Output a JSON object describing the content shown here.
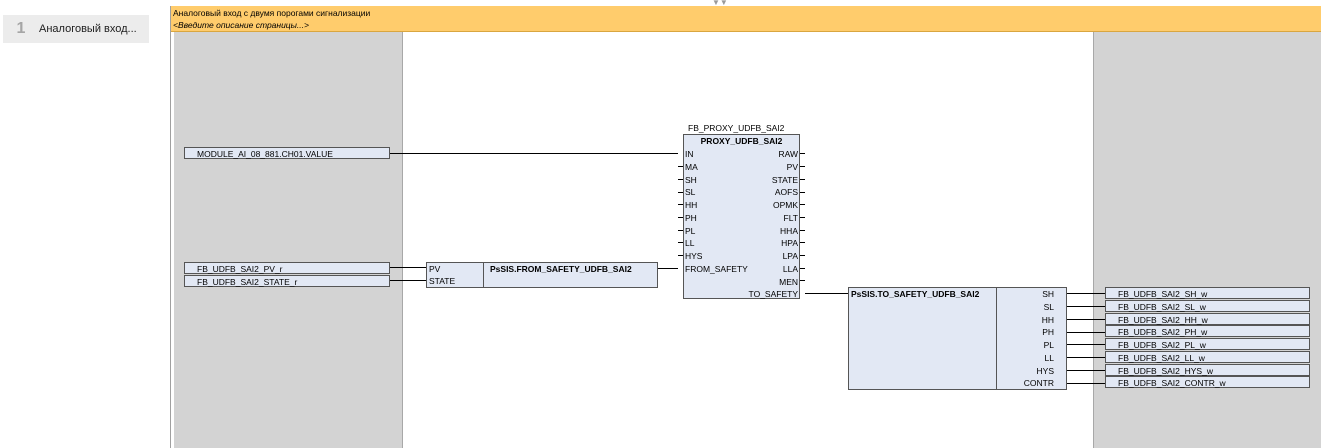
{
  "pages": [
    {
      "num": "1",
      "label": "Аналоговый вход..."
    }
  ],
  "header": {
    "title": "Аналоговый вход с двумя порогами сигнализации",
    "description_placeholder": "<Введите описание страницы...>"
  },
  "proxy_block": {
    "instance": "FB_PROXY_UDFB_SAI2",
    "type": "PROXY_UDFB_SAI2",
    "inputs": [
      "IN",
      "MA",
      "SH",
      "SL",
      "HH",
      "PH",
      "PL",
      "LL",
      "HYS",
      "FROM_SAFETY"
    ],
    "outputs": [
      "RAW",
      "PV",
      "STATE",
      "AOFS",
      "OPMK",
      "FLT",
      "HHA",
      "HPA",
      "LPA",
      "LLA",
      "MEN",
      "TO_SAFETY"
    ]
  },
  "from_block": {
    "type": "PsSIS.FROM_SAFETY_UDFB_SAI2",
    "inputs": [
      "PV",
      "STATE"
    ]
  },
  "to_block": {
    "type": "PsSIS.TO_SAFETY_UDFB_SAI2",
    "outputs": [
      "SH",
      "SL",
      "HH",
      "PH",
      "PL",
      "LL",
      "HYS",
      "CONTR"
    ]
  },
  "input_vars": {
    "module": "MODULE_AI_08_881.CH01.VALUE",
    "pv": "FB_UDFB_SAI2_PV_r",
    "state": "FB_UDFB_SAI2_STATE_r"
  },
  "output_vars": [
    "FB_UDFB_SAI2_SH_w",
    "FB_UDFB_SAI2_SL_w",
    "FB_UDFB_SAI2_HH_w",
    "FB_UDFB_SAI2_PH_w",
    "FB_UDFB_SAI2_PL_w",
    "FB_UDFB_SAI2_LL_w",
    "FB_UDFB_SAI2_HYS_w",
    "FB_UDFB_SAI2_CONTR_w"
  ]
}
